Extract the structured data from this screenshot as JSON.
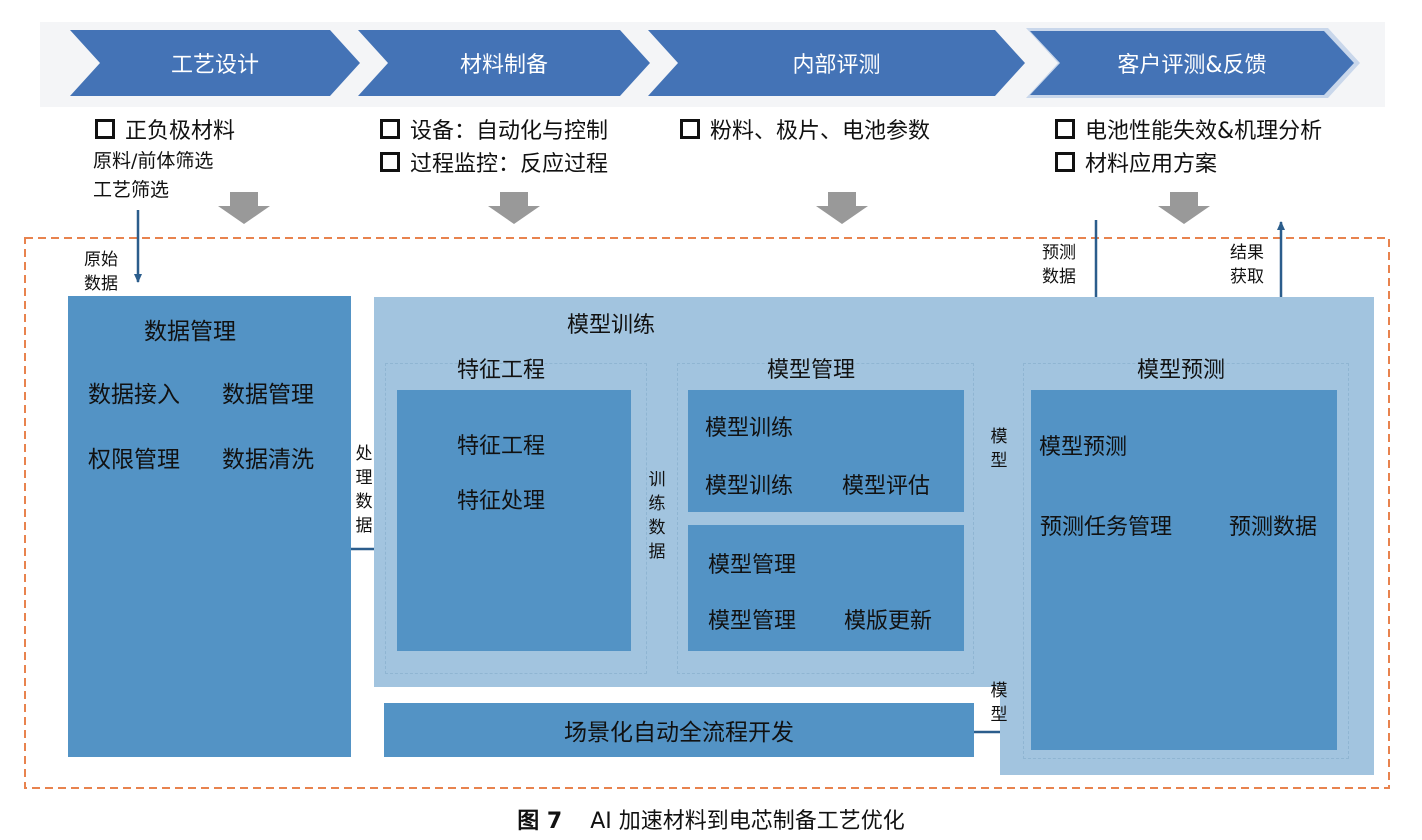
{
  "colors": {
    "chevron": "#4473b6",
    "panel_dark": "#5393c5",
    "panel_light": "#a2c4df",
    "arrow_gray": "#999999",
    "arrow_blue": "#2b5d8c",
    "dashed_outer": "#e8834e"
  },
  "stages": [
    {
      "label": "工艺设计"
    },
    {
      "label": "材料制备"
    },
    {
      "label": "内部评测"
    },
    {
      "label": "客户评测&反馈"
    }
  ],
  "stage_notes": {
    "s1_bullet": "正负极材料",
    "s1_line2": "原料/前体筛选",
    "s1_line3": "工艺筛选",
    "s2_bullet1": "设备：自动化与控制",
    "s2_bullet2": "过程监控：反应过程",
    "s3_bullet1": "粉料、极片、电池参数",
    "s4_bullet1": "电池性能失效&机理分析",
    "s4_bullet2": "材料应用方案"
  },
  "flow_labels": {
    "raw_data": "原始数据",
    "process_data": "处理数据",
    "train_data": "训练数据",
    "model_1": "模型",
    "model_2": "模型",
    "predict_data": "预测数据",
    "result_fetch": "结果获取"
  },
  "data_mgmt": {
    "title": "数据管理",
    "items": [
      "数据接入",
      "数据管理",
      "权限管理",
      "数据清洗"
    ]
  },
  "model_training": {
    "title": "模型训练",
    "feature": {
      "outer_title": "特征工程",
      "items": [
        "特征工程",
        "特征处理"
      ]
    },
    "model_mgmt": {
      "outer_title": "模型管理",
      "train_box": {
        "title": "模型训练",
        "items": [
          "模型训练",
          "模型评估"
        ]
      },
      "mgmt_box": {
        "title": "模型管理",
        "items": [
          "模型管理",
          "模版更新"
        ]
      }
    }
  },
  "model_predict": {
    "outer_title": "模型预测",
    "title": "模型预测",
    "items": [
      "预测任务管理",
      "预测数据"
    ]
  },
  "scenario": {
    "label": "场景化自动全流程开发"
  },
  "caption": {
    "fig": "图 7",
    "title": "AI 加速材料到电芯制备工艺优化"
  }
}
